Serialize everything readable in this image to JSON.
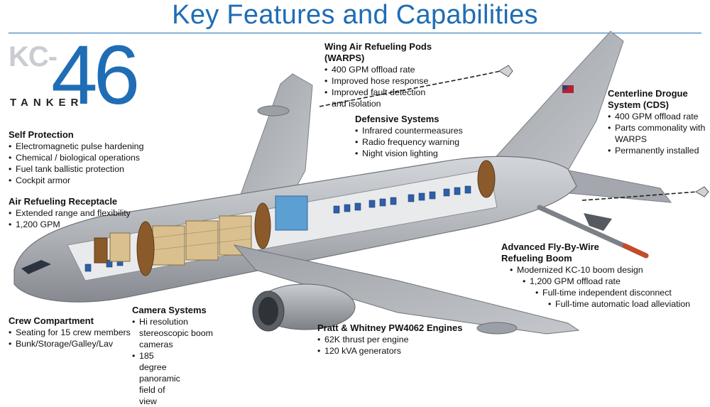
{
  "title": "Key Features and Capabilities",
  "logo": {
    "prefix": "KC-",
    "number": "46",
    "subtitle": "TANKER"
  },
  "sections": {
    "self_protection": {
      "heading": "Self Protection",
      "items": [
        "Electromagnetic pulse hardening",
        "Chemical / biological operations",
        "Fuel tank ballistic protection",
        "Cockpit armor"
      ]
    },
    "air_refueling_receptacle": {
      "heading": "Air Refueling Receptacle",
      "items": [
        "Extended range and flexibility",
        "1,200 GPM"
      ]
    },
    "crew_compartment": {
      "heading": "Crew Compartment",
      "items": [
        "Seating for 15 crew members",
        "Bunk/Storage/Galley/Lav"
      ]
    },
    "camera_systems": {
      "heading": "Camera Systems",
      "items": [
        "Hi resolution stereoscopic boom cameras",
        "185 degree panoramic field of view"
      ]
    },
    "warps": {
      "heading": "Wing Air Refueling Pods (WARPS)",
      "items": [
        "400 GPM offload rate",
        "Improved hose response",
        "Improved fault detection and isolation"
      ]
    },
    "defensive_systems": {
      "heading": "Defensive Systems",
      "items": [
        "Infrared countermeasures",
        "Radio frequency warning",
        "Night vision lighting"
      ]
    },
    "cds": {
      "heading": "Centerline Drogue System (CDS)",
      "items": [
        "400 GPM offload rate",
        "Parts commonality with WARPS",
        "Permanently installed"
      ]
    },
    "boom": {
      "heading": "Advanced Fly-By-Wire Refueling Boom",
      "items": [
        "Modernized KC-10 boom design",
        "1,200 GPM offload rate",
        "Full-time independent disconnect",
        "Full-time automatic load alleviation"
      ]
    },
    "engines": {
      "heading": "Pratt & Whitney PW4062 Engines",
      "items": [
        "62K thrust per engine",
        "120 kVA generators"
      ]
    }
  },
  "colors": {
    "accent": "#1f6db5",
    "fuselage": "#b8bcc1",
    "logo_gray": "#c9ccd0"
  }
}
